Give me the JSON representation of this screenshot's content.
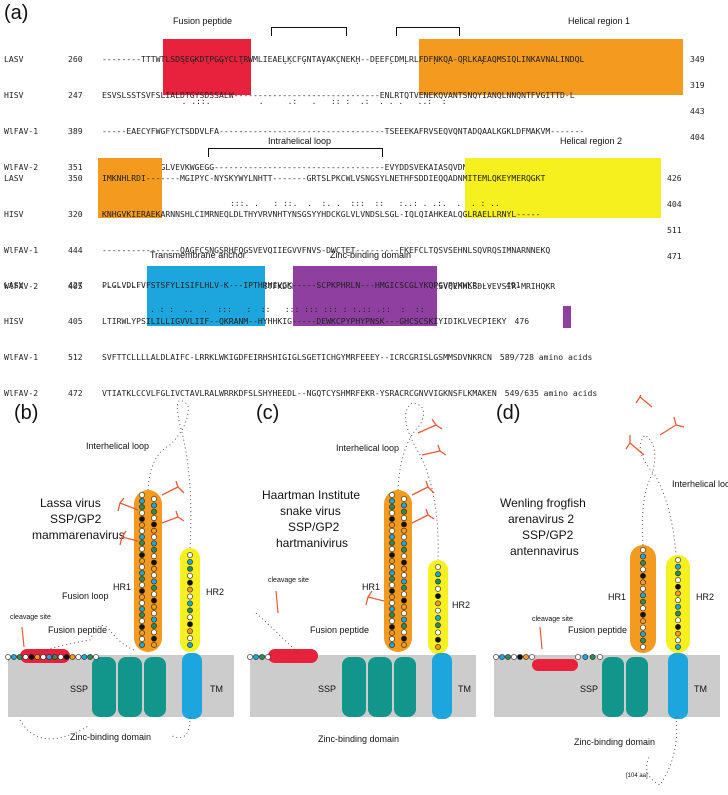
{
  "panel_labels": {
    "a": "(a)",
    "b": "(b)",
    "c": "(c)",
    "d": "(d)"
  },
  "alignment": {
    "block1": {
      "features": {
        "fusion": "Fusion peptide",
        "helical1": "Helical region 1"
      },
      "rows": [
        {
          "name": "LASV",
          "start": "260",
          "seq": "--------TTTWTLSDSEGKDTPGGYCLTRWMLIEAELKCFGNTAVAKCNEKH--DEEFCDMLRLFDFNKQA-QRLKAEAQMSIQLINKAVNALINDQL",
          "end": "349"
        },
        {
          "name": "HISV",
          "start": "247",
          "seq": "ESVSLSSTSVFSLIALDTGYSDSSALW------------------------------ENLRTQTVENEKQVANTSNQYIANQLNNQNTFVGITTD-L",
          "end": "319"
        },
        {
          "name": "WlFAV-1",
          "start": "389",
          "seq": "-----EAECYFWGFYCTSDDVLFA----------------------------------TSEEEKAFRVSEQVQNTADQAALKGKLDFMAKVM-------",
          "end": "443"
        },
        {
          "name": "WlFAV-2",
          "start": "351",
          "seq": "-----QSILFFWGLVEVKWGEGG-----------------------------------EVYDDSVEKAIASQVDNTASVKKLQDKLDESKAI------",
          "end": "404"
        }
      ]
    },
    "block2": {
      "features": {
        "loop": "Intrahelical loop",
        "helical2": "Helical region 2"
      },
      "rows": [
        {
          "name": "LASV",
          "start": "350",
          "seq": "IMKNHLRDI-------MGIPYC-NYSKYWYLNHTT-------GRTSLPKCWLVSNGSYLNETHFSDDIEQQADNMITEMLQKEYMERQGKT",
          "end": "426"
        },
        {
          "name": "HISV",
          "start": "320",
          "seq": "KNHGVKIERAEKARNNSHLCIMRNEQLDLTHYVRVNHTYNSGSYYHDCKGLVLVNDSLSGL-IQLQIAHKEALQGLRAELLRNYL-----",
          "end": "404"
        },
        {
          "name": "WlFAV-1",
          "start": "444",
          "seq": "----------------QAGFCSNGSRHFQGSVEVQIIEGVVFNVS-DWCTET---------FKEFCLTQSVSEHNLSQVRQSIMNARNNEKQ",
          "end": "511"
        },
        {
          "name": "WlFAV-2",
          "start": "405",
          "seq": "----------------WNGFCTNGTHSVQANMTITFKDGDELVV-LDWCNSDT--------LEAFIDSESVQEHHLSDLVEVSIR-MRIHQKR",
          "end": "471"
        }
      ]
    },
    "block3": {
      "features": {
        "tm": "Transmembrane anchor",
        "zinc": "Zinc-binding domain"
      },
      "rows": [
        {
          "name": "LASV",
          "start": "427",
          "seq": "PLGLVDLFVFSTSFYLISIFLHLV-K---IPTHRHIVGK-----SCPKPHRLN---HMGICSCGLYKQPGVPVKWKR---",
          "end": "491"
        },
        {
          "name": "HISV",
          "start": "405",
          "seq": "LTIRWLYPSILILLIGVVLIIF--QKRANM--HYHHKIG-----DEWKCPYPHYPNSK---GHCSCSKIYIDIKLVECPIEKY",
          "end": "476"
        },
        {
          "name": "WlFAV-1",
          "start": "512",
          "seq": "SVFTTCLLLLALDLAIFC-LRRKLWKIGDFEIRHSHIGIGLSGETICHGYMRFEEEY--ICRCGRISLGSMMSDVNKRCN",
          "end": "589/728 amino acids"
        },
        {
          "name": "WlFAV-2",
          "start": "472",
          "seq": "VTIATKLCCVLFGLIVCTAVLRALWRRKDFSLSHYHEEDL--NGQTCYSHMRFEKR-YSRACRCGNVVIGKNSFLKMAKEN",
          "end": "549/635 amino acids"
        }
      ]
    }
  },
  "topology": {
    "panel_b": {
      "virus": [
        "Lassa virus",
        "SSP/GP2",
        "mammarenavirus"
      ],
      "labels": {
        "interhelical": "Interhelical\nloop",
        "hr1": "HR1",
        "hr2": "HR2",
        "fusion_loop": "Fusion\nloop",
        "fusion_peptide": "Fusion\npeptide",
        "cleavage": "cleavage\nsite",
        "ssp": "SSP",
        "tm": "TM",
        "zinc": "Zinc-binding\ndomain"
      }
    },
    "panel_c": {
      "virus": [
        "Haartman Institute",
        "snake virus",
        "SSP/GP2",
        "hartmanivirus"
      ],
      "labels": {
        "interhelical": "Interhelical\nloop",
        "hr1": "HR1",
        "hr2": "HR2",
        "fusion_peptide": "Fusion\npeptide",
        "cleavage": "cleavage\nsite",
        "ssp": "SSP",
        "tm": "TM",
        "zinc": "Zinc-binding\ndomain"
      }
    },
    "panel_d": {
      "virus": [
        "Wenling frogfish",
        "arenavirus 2",
        "SSP/GP2",
        "antennavirus"
      ],
      "labels": {
        "interhelical": "Interhelical\nloop",
        "hr1": "HR1",
        "hr2": "HR2",
        "fusion_peptide": "Fusion\npeptide",
        "cleavage": "cleavage\nsite",
        "ssp": "SSP",
        "tm": "TM",
        "zinc": "Zinc-binding\ndomain",
        "aa": "[104 aa]"
      }
    }
  },
  "colors": {
    "fusion": "#e8213c",
    "helical1": "#f39a1f",
    "helical2": "#f6f01e",
    "tm": "#1da6dd",
    "zinc": "#8e3fa0",
    "ssp": "#12958a",
    "membrane": "#cccccc",
    "glycan": "#e85a3a"
  }
}
